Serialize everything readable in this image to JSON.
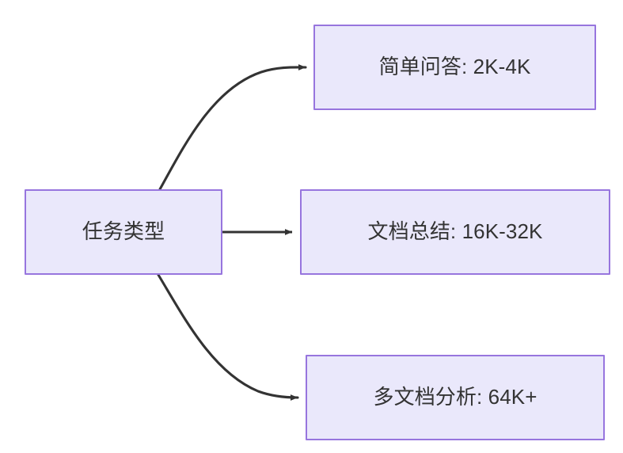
{
  "diagram": {
    "type": "flowchart",
    "title": "",
    "direction": "left-to-right",
    "theme": {
      "node_fill": "#eae8fb",
      "node_border": "#9775de",
      "node_text": "#333333",
      "edge_color": "#333333",
      "background": "#ffffff"
    },
    "nodes": [
      {
        "id": "source",
        "label": "任务类型",
        "role": "decision-source"
      },
      {
        "id": "simple",
        "label": "简单问答: 2K-4K",
        "role": "outcome"
      },
      {
        "id": "summary",
        "label": "文档总结: 16K-32K",
        "role": "outcome"
      },
      {
        "id": "multi",
        "label": "多文档分析: 64K+",
        "role": "outcome"
      }
    ],
    "edges": [
      {
        "from": "source",
        "to": "simple",
        "label": "",
        "style": "curved",
        "arrow": "arrowhead"
      },
      {
        "from": "source",
        "to": "summary",
        "label": "",
        "style": "straight",
        "arrow": "arrowhead"
      },
      {
        "from": "source",
        "to": "multi",
        "label": "",
        "style": "curved",
        "arrow": "arrowhead"
      }
    ]
  }
}
